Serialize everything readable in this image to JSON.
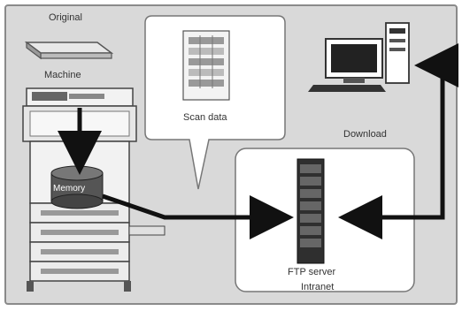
{
  "labels": {
    "original": "Original",
    "machine": "Machine",
    "scan_data": "Scan data",
    "download": "Download",
    "memory": "Memory",
    "ftp_server": "FTP server",
    "intranet": "Intranet"
  },
  "colors": {
    "background_panel": "#d9d9d9",
    "frame_border": "#8a8a8a",
    "arrow": "#111111",
    "device_body": "#f2f2f2",
    "server_dark": "#3a3a3a"
  }
}
